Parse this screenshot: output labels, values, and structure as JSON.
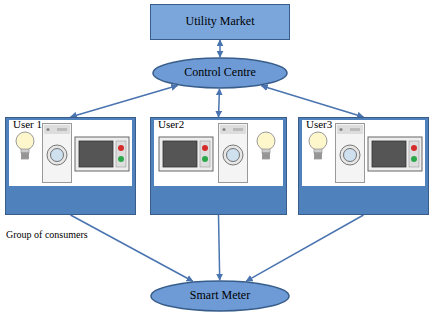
{
  "diagram": {
    "nodes": [
      {
        "text": [
          "Utility Market"
        ]
      },
      {
        "text": [
          "Control Centre"
        ]
      },
      {
        "text": [
          "User 1"
        ]
      },
      {
        "text": [
          "User2"
        ]
      },
      {
        "text": [
          "User3"
        ]
      },
      {
        "text": [
          "Smart Meter"
        ]
      }
    ],
    "edges": [
      {
        "from": 0,
        "to": 1,
        "arrow": "both"
      },
      {
        "from": 1,
        "to": 2,
        "arrow": "both"
      },
      {
        "from": 1,
        "to": 3,
        "arrow": "both"
      },
      {
        "from": 1,
        "to": 4,
        "arrow": "both"
      },
      {
        "from": 2,
        "to": 5,
        "arrow": "to"
      },
      {
        "from": 3,
        "to": 5,
        "arrow": "to"
      },
      {
        "from": 4,
        "to": 5,
        "arrow": "to"
      }
    ],
    "labels": [
      "Group of consumers"
    ]
  }
}
